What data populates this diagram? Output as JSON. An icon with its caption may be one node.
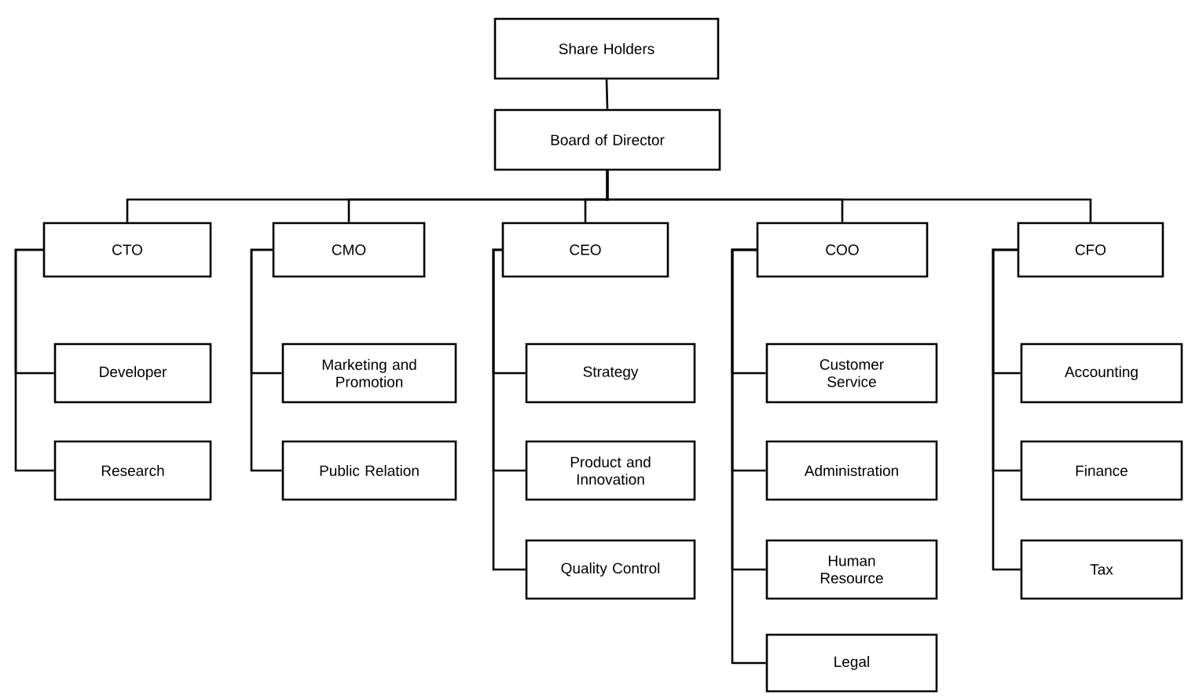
{
  "diagram": {
    "nodes": [
      {
        "text": [
          "Share Holders"
        ]
      },
      {
        "text": [
          "Board of Director"
        ]
      },
      {
        "text": [
          "CTO"
        ]
      },
      {
        "text": [
          "CMO"
        ]
      },
      {
        "text": [
          "CEO"
        ]
      },
      {
        "text": [
          "COO"
        ]
      },
      {
        "text": [
          "CFO"
        ]
      },
      {
        "text": [
          "Developer"
        ]
      },
      {
        "text": [
          "Research"
        ]
      },
      {
        "text": [
          "Marketing and Promotion"
        ]
      },
      {
        "text": [
          "Public Relation"
        ]
      },
      {
        "text": [
          "Strategy"
        ]
      },
      {
        "text": [
          "Product and Innovation"
        ]
      },
      {
        "text": [
          "Quality Control"
        ]
      },
      {
        "text": [
          "Customer Service"
        ]
      },
      {
        "text": [
          "Administration"
        ]
      },
      {
        "text": [
          "Human Resource"
        ]
      },
      {
        "text": [
          "Legal"
        ]
      },
      {
        "text": [
          "Accounting"
        ]
      },
      {
        "text": [
          "Finance"
        ]
      },
      {
        "text": [
          "Tax"
        ]
      }
    ],
    "edges": [
      {
        "from": 0,
        "to": 1,
        "arrow": "none"
      },
      {
        "from": 1,
        "to": 2,
        "arrow": "none"
      },
      {
        "from": 1,
        "to": 3,
        "arrow": "none"
      },
      {
        "from": 1,
        "to": 4,
        "arrow": "none"
      },
      {
        "from": 1,
        "to": 5,
        "arrow": "none"
      },
      {
        "from": 1,
        "to": 6,
        "arrow": "none"
      },
      {
        "from": 2,
        "to": 7,
        "arrow": "none"
      },
      {
        "from": 2,
        "to": 8,
        "arrow": "none"
      },
      {
        "from": 3,
        "to": 9,
        "arrow": "none"
      },
      {
        "from": 3,
        "to": 10,
        "arrow": "none"
      },
      {
        "from": 4,
        "to": 11,
        "arrow": "none"
      },
      {
        "from": 4,
        "to": 12,
        "arrow": "none"
      },
      {
        "from": 4,
        "to": 13,
        "arrow": "none"
      },
      {
        "from": 5,
        "to": 14,
        "arrow": "none"
      },
      {
        "from": 5,
        "to": 15,
        "arrow": "none"
      },
      {
        "from": 5,
        "to": 16,
        "arrow": "none"
      },
      {
        "from": 5,
        "to": 17,
        "arrow": "none"
      },
      {
        "from": 6,
        "to": 18,
        "arrow": "none"
      },
      {
        "from": 6,
        "to": 19,
        "arrow": "none"
      },
      {
        "from": 6,
        "to": 20,
        "arrow": "none"
      }
    ]
  }
}
